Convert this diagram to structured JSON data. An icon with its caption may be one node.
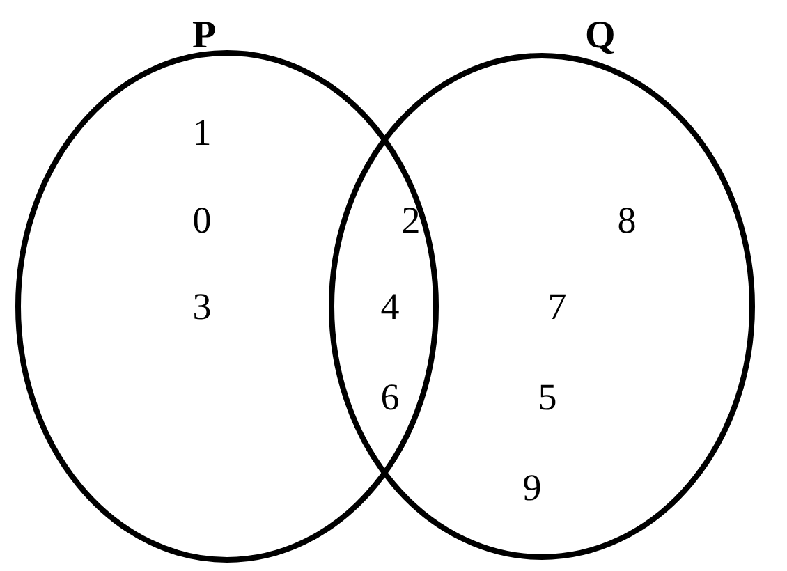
{
  "diagram": {
    "nodes": [
      {
        "text": [
          "P"
        ]
      },
      {
        "text": [
          "Q"
        ]
      }
    ],
    "labels": [
      "1",
      "0",
      "2",
      "8",
      "3",
      "4",
      "7",
      "6",
      "5",
      "9"
    ]
  }
}
